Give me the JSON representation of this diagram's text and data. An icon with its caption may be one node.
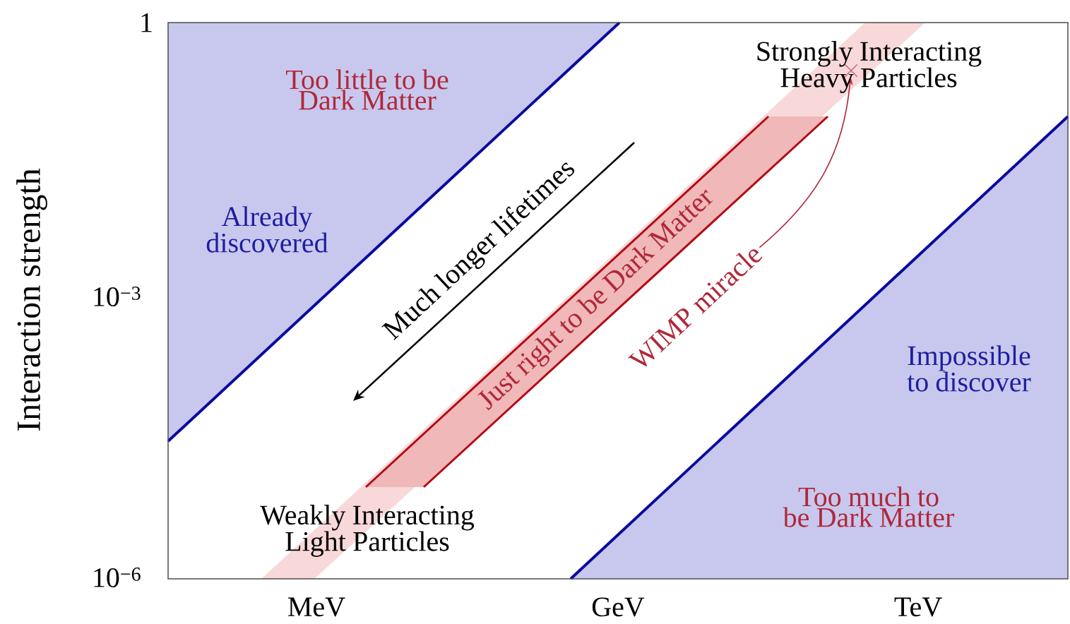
{
  "diagram": {
    "nodes": [
      {
        "text": [
          "WIMP miracle"
        ]
      },
      {
        "text": [],
        "shape": "cross"
      }
    ],
    "edges": [
      {
        "from": 0,
        "to": 1,
        "arrow": "to"
      }
    ],
    "labels": [
      "1",
      "Too little to be Dark Matter",
      "Strongly Interacting Heavy Particles",
      "Interaction strength",
      "Much longer lifetimes",
      "Already discovered",
      "Just right to be Dark Matter",
      "10$^{−3}$",
      "Impossible to discover",
      "Weakly Interacting Light Particles",
      "Too much to be Dark Matter",
      "10$^{−6}$",
      "MeV",
      "GeV",
      "TeV"
    ]
  }
}
